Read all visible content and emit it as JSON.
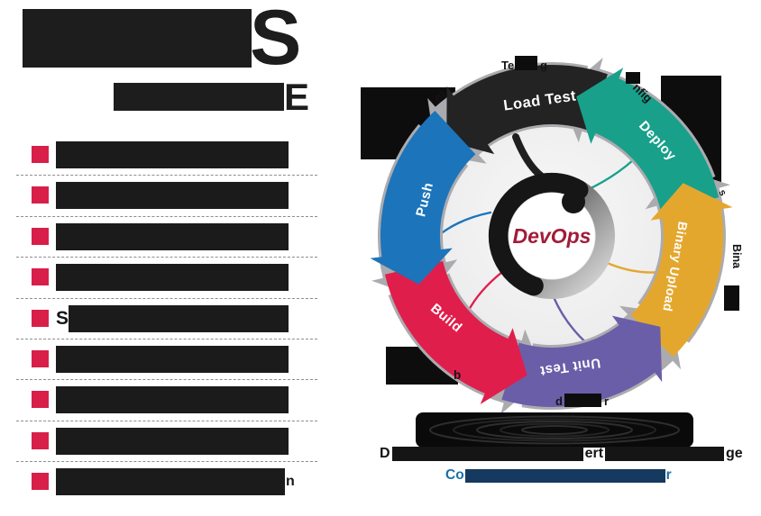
{
  "title": {
    "line1_visible_letter": "S",
    "line2_visible_letter": "E"
  },
  "checklist": {
    "bullet_color": "#D81F49",
    "items": [
      {
        "redacted": true,
        "visible_prefix": "",
        "visible_suffix": ""
      },
      {
        "redacted": true,
        "visible_prefix": "",
        "visible_suffix": ""
      },
      {
        "redacted": true,
        "visible_prefix": "",
        "visible_suffix": ""
      },
      {
        "redacted": true,
        "visible_prefix": "",
        "visible_suffix": ""
      },
      {
        "redacted": true,
        "visible_prefix": "S",
        "visible_suffix": ""
      },
      {
        "redacted": true,
        "visible_prefix": "",
        "visible_suffix": ""
      },
      {
        "redacted": true,
        "visible_prefix": "",
        "visible_suffix": ""
      },
      {
        "redacted": true,
        "visible_prefix": "",
        "visible_suffix": ""
      },
      {
        "redacted": true,
        "visible_prefix": "",
        "visible_suffix": "n"
      }
    ]
  },
  "diagram": {
    "center_label": "DevOps",
    "center_label_color": "#A11C38",
    "shadow_color": "#ABABAF",
    "segments": [
      {
        "label": "Load Test",
        "color": "#232323"
      },
      {
        "label": "Deploy",
        "color": "#18A08B"
      },
      {
        "label": "Binary Upload",
        "color": "#E4A72E"
      },
      {
        "label": "Unit Test",
        "color": "#6A5EA8"
      },
      {
        "label": "Build",
        "color": "#E01E4B"
      },
      {
        "label": "Push",
        "color": "#1C74BB"
      }
    ],
    "outer_labels": {
      "top_prefix": "Te",
      "top_suffix": "g",
      "top_left_fragment": "nt",
      "top_right_fragment": "nfig",
      "right_fragment": "Bina",
      "right_small_fragment": "s",
      "bottom_left_fragment": "b",
      "bottom_prefix": "d",
      "bottom_suffix": "r"
    }
  },
  "captions": {
    "line1": {
      "parts": [
        "D",
        "ert",
        "ge"
      ],
      "color": "#121212"
    },
    "line2": {
      "prefix": "Co",
      "suffix": "r",
      "color": "#1D6FA6",
      "bar_color": "#16395F"
    }
  }
}
